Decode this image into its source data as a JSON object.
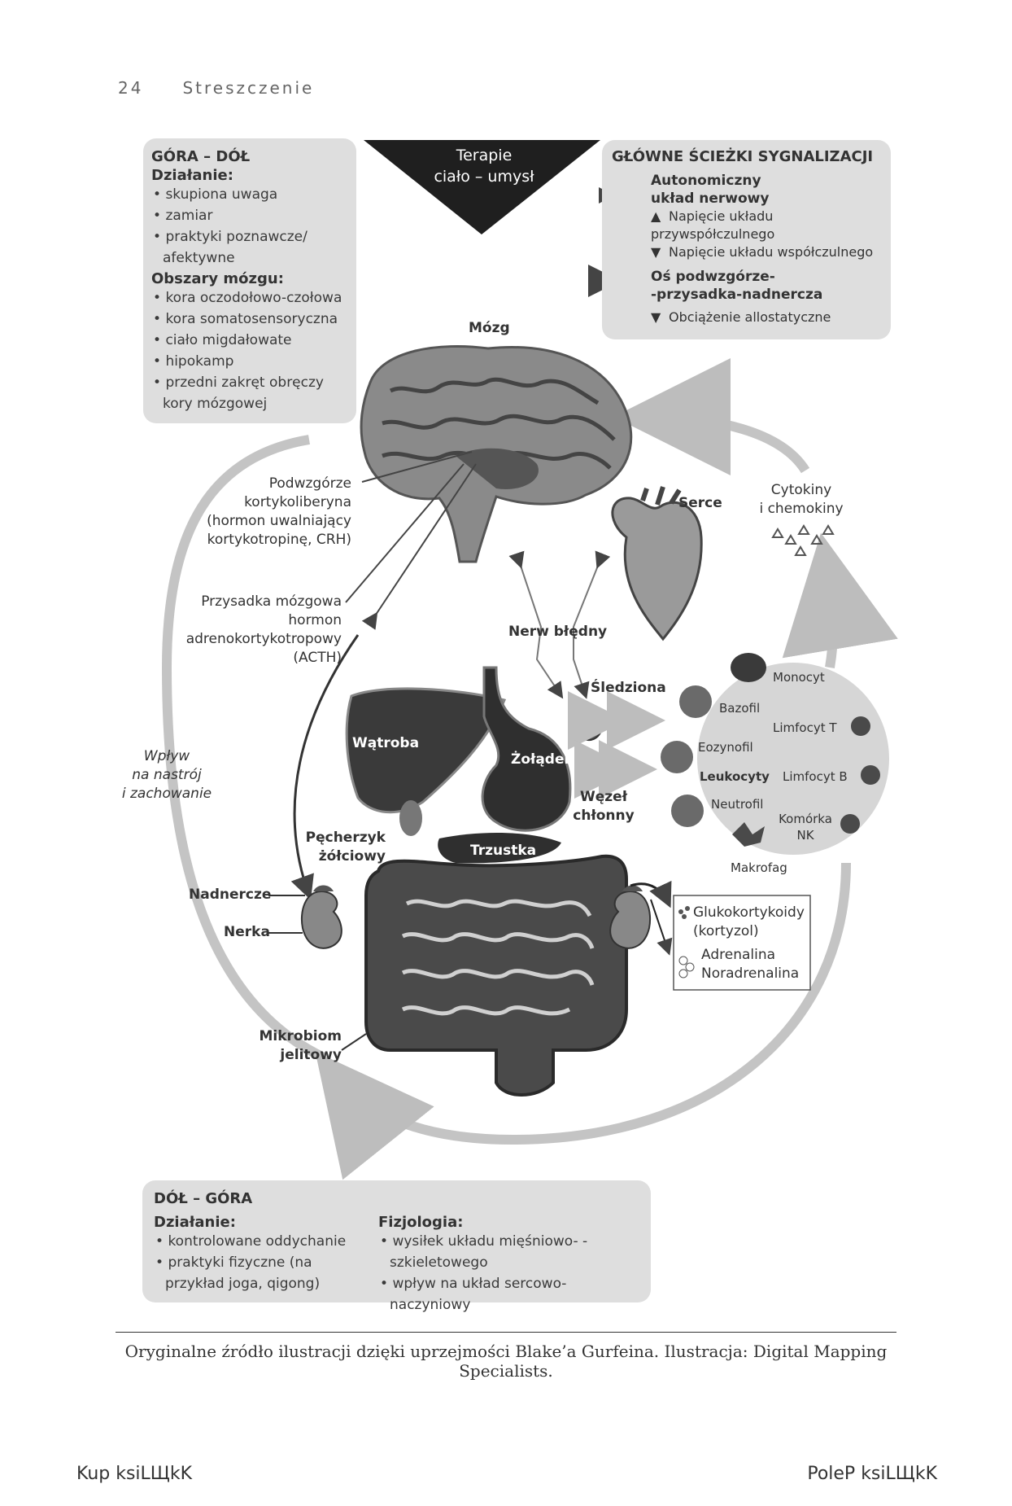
{
  "header": {
    "page_number": "24",
    "section": "Streszczenie"
  },
  "therapy": {
    "line1": "Terapie",
    "line2": "ciało – umysł"
  },
  "top_down": {
    "title": "GÓRA – DÓŁ",
    "action_label": "Działanie:",
    "actions": [
      "skupiona uwaga",
      "zamiar",
      "praktyki poznawcze/ afektywne"
    ],
    "brain_label": "Obszary mózgu:",
    "brain_areas": [
      "kora oczodołowo-czołowa",
      "kora somatosensoryczna",
      "ciało migdałowate",
      "hipokamp",
      "przedni zakręt obręczy kory mózgowej"
    ]
  },
  "signaling": {
    "title": "GŁÓWNE ŚCIEŻKI SYGNALIZACJI",
    "ans_line1": "Autonomiczny",
    "ans_line2": "układ nerwowy",
    "parasym": "Napięcie układu przywspółczulnego",
    "sym": "Napięcie układu współczulnego",
    "hpa_line1": "Oś podwzgórze-",
    "hpa_line2": "-przysadka-nadnercza",
    "allostatic": "Obciążenie allostatyczne"
  },
  "labels": {
    "brain": "Mózg",
    "hypothalamus_title": "Podwzgórze",
    "hypothalamus_l1": "kortykoliberyna",
    "hypothalamus_l2": "(hormon uwalniający",
    "hypothalamus_l3": "kortykotropinę, CRH)",
    "pituitary_title": "Przysadka mózgowa",
    "pituitary_l1": "hormon",
    "pituitary_l2": "adrenokortykotropowy",
    "pituitary_l3": "(ACTH)",
    "heart": "Serce",
    "cytokines_l1": "Cytokiny",
    "cytokines_l2": "i chemokiny",
    "vagus": "Nerw błędny",
    "spleen": "Śledziona",
    "liver": "Wątroba",
    "stomach": "Żołądek",
    "lymph_l1": "Węzeł",
    "lymph_l2": "chłonny",
    "mood_l1": "Wpływ",
    "mood_l2": "na nastrój",
    "mood_l3": "i zachowanie",
    "gallbladder_l1": "Pęcherzyk",
    "gallbladder_l2": "żółciowy",
    "pancreas": "Trzustka",
    "adrenal": "Nadnercze",
    "kidney": "Nerka",
    "microbiome_l1": "Mikrobiom",
    "microbiome_l2": "jelitowy",
    "gluco_l1": "Glukokortykoidy",
    "gluco_l2": "(kortyzol)",
    "adren_l1": "Adrenalina",
    "adren_l2": "Noradrenalina"
  },
  "immune": {
    "monocyte": "Monocyt",
    "basophil": "Bazofil",
    "t_cell": "Limfocyt T",
    "eosinophil": "Eozynofil",
    "leukocytes": "Leukocyty",
    "b_cell": "Limfocyt B",
    "neutrophil": "Neutrofil",
    "nk_l1": "Komórka",
    "nk_l2": "NK",
    "macrophage": "Makrofag"
  },
  "bottom_up": {
    "title": "DÓŁ – GÓRA",
    "action_label": "Działanie:",
    "actions": [
      "kontrolowane oddychanie",
      "praktyki fizyczne (na przykład joga, qigong)"
    ],
    "physio_label": "Fizjologia:",
    "physio": [
      "wysiłek układu mięśniowo- -szkieletowego",
      "wpływ na układ sercowo-naczyniowy"
    ]
  },
  "caption": "Oryginalne źródło ilustracji dzięki uprzejmości Blake’a Gurfeina. Ilustracja: Digital Mapping Specialists.",
  "footer": {
    "left": "Kup ksiLЩkK",
    "right": "PoleP ksiLЩkK"
  }
}
